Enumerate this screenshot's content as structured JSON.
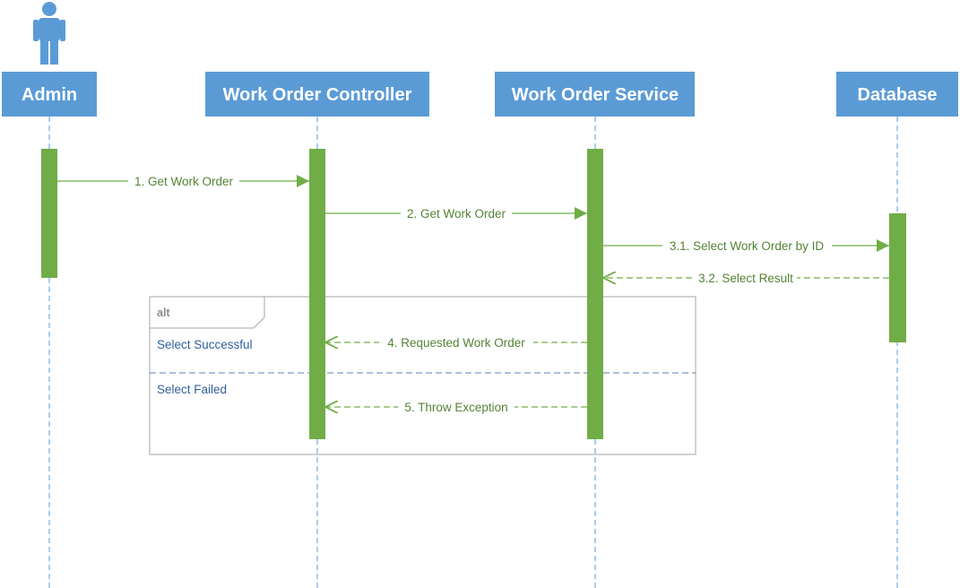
{
  "colors": {
    "actor_box": "#5b9bd5",
    "actor_text": "#ffffff",
    "lifeline": "#5b9bd5",
    "activation": "#70ad47",
    "message_line": "#70ad47",
    "message_text": "#548235",
    "frame_border": "#a6a6a6",
    "frame_tag_text": "#8c8c8c",
    "guard_text": "#2f5f9e"
  },
  "icons": {
    "admin": "person-icon"
  },
  "participants": [
    {
      "id": "admin",
      "label": "Admin"
    },
    {
      "id": "controller",
      "label": "Work Order Controller"
    },
    {
      "id": "service",
      "label": "Work Order Service"
    },
    {
      "id": "database",
      "label": "Database"
    }
  ],
  "messages": [
    {
      "label": "1. Get Work Order",
      "from": "admin",
      "to": "controller",
      "style": "sync"
    },
    {
      "label": "2. Get Work Order",
      "from": "controller",
      "to": "service",
      "style": "sync"
    },
    {
      "label": "3.1. Select Work Order by ID",
      "from": "service",
      "to": "database",
      "style": "sync"
    },
    {
      "label": "3.2. Select Result",
      "from": "database",
      "to": "service",
      "style": "return"
    },
    {
      "label": "4. Requested Work Order",
      "from": "service",
      "to": "controller",
      "style": "return"
    },
    {
      "label": "5. Throw Exception",
      "from": "service",
      "to": "controller",
      "style": "return"
    }
  ],
  "alt_frame": {
    "tag": "alt",
    "guards": [
      "Select Successful",
      "Select Failed"
    ]
  }
}
